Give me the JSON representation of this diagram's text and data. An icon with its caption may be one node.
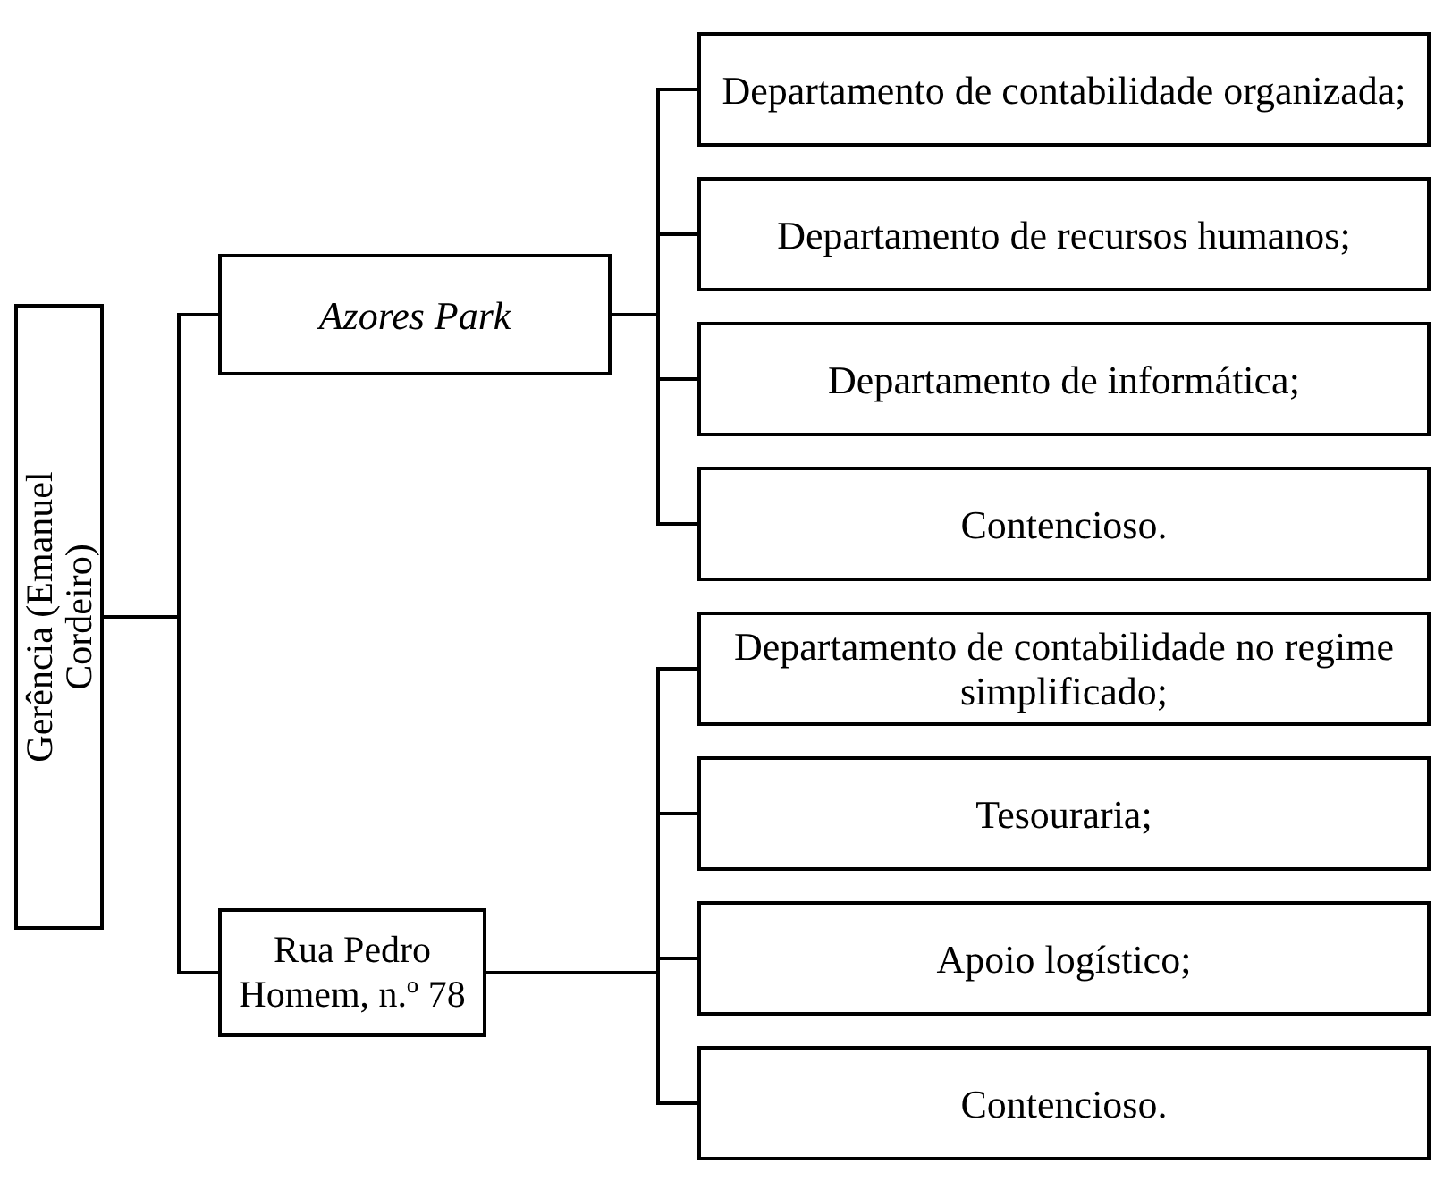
{
  "diagram": {
    "nodes": [
      {
        "text": [
          "Gerência (Emanuel Cordeiro)"
        ]
      },
      {
        "text": [
          "Azores Park"
        ]
      },
      {
        "text": [
          "Rua Pedro Homem, n.º 78"
        ]
      },
      {
        "text": [
          "Departamento de contabilidade organizada;"
        ]
      },
      {
        "text": [
          "Departamento de recursos humanos;"
        ]
      },
      {
        "text": [
          "Departamento de informática;"
        ]
      },
      {
        "text": [
          "Contencioso."
        ]
      },
      {
        "text": [
          "Departamento de contabilidade no regime simplificado;"
        ]
      },
      {
        "text": [
          "Tesouraria;"
        ]
      },
      {
        "text": [
          "Apoio logístico;"
        ]
      },
      {
        "text": [
          "Contencioso."
        ]
      }
    ],
    "edges": [
      {
        "from": 0,
        "to": 1,
        "arrow": "none"
      },
      {
        "from": 0,
        "to": 2,
        "arrow": "none"
      },
      {
        "from": 1,
        "to": 3,
        "arrow": "none"
      },
      {
        "from": 1,
        "to": 4,
        "arrow": "none"
      },
      {
        "from": 1,
        "to": 5,
        "arrow": "none"
      },
      {
        "from": 1,
        "to": 6,
        "arrow": "none"
      },
      {
        "from": 2,
        "to": 7,
        "arrow": "none"
      },
      {
        "from": 2,
        "to": 8,
        "arrow": "none"
      },
      {
        "from": 2,
        "to": 9,
        "arrow": "none"
      },
      {
        "from": 2,
        "to": 10,
        "arrow": "none"
      }
    ]
  }
}
